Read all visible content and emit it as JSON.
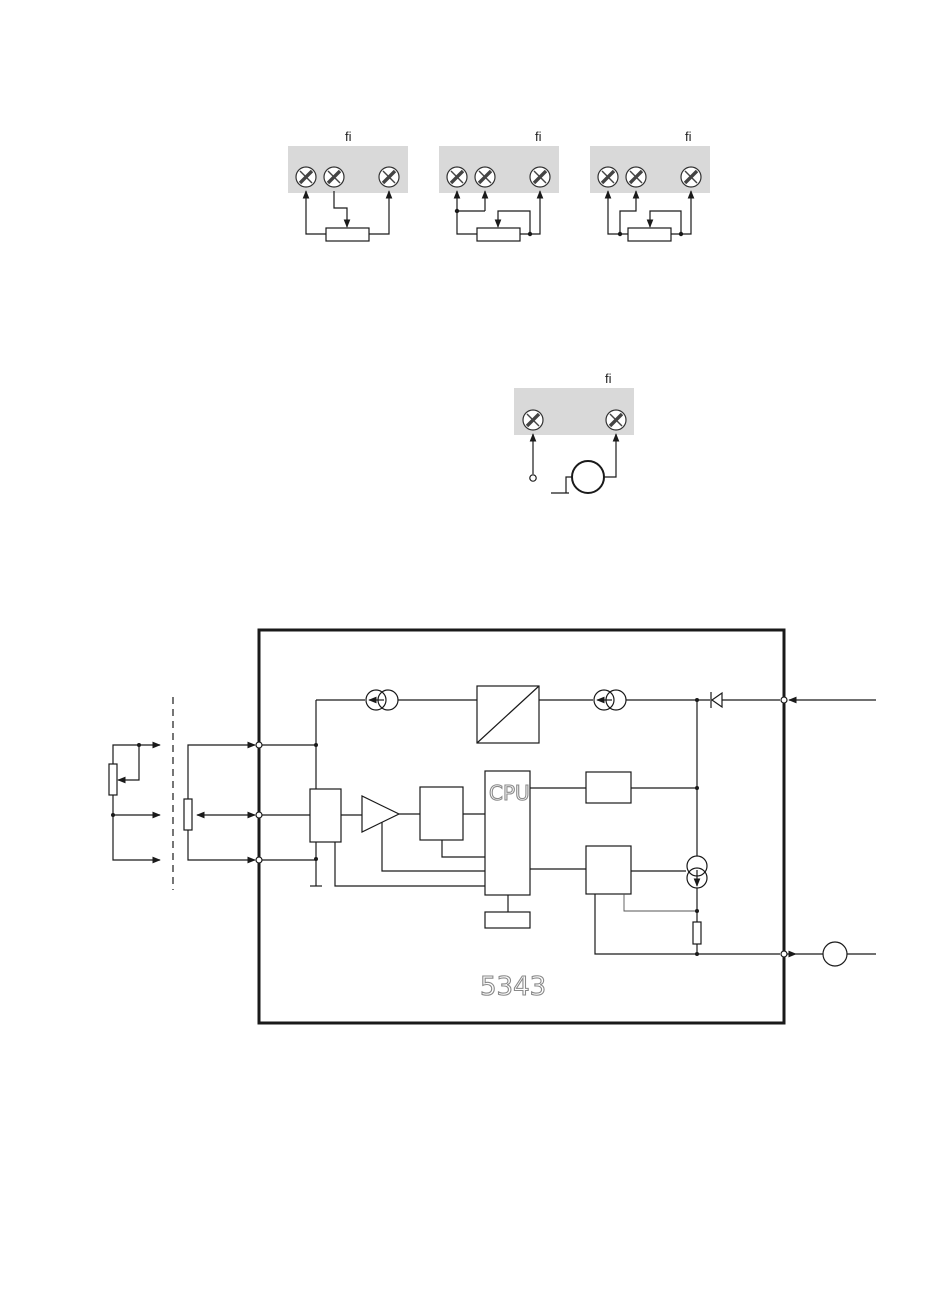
{
  "terminal_blocks": [
    {
      "label": "fi"
    },
    {
      "label": "fi"
    },
    {
      "label": "fi"
    }
  ],
  "current_input_block": {
    "label": "fi"
  },
  "block_diagram": {
    "cpu_label": "CPU",
    "model_number": "5343"
  },
  "colors": {
    "terminal_fill": "#d9d9d9",
    "line": "#1a1a1a",
    "outline_text": "#8a8a8a"
  }
}
